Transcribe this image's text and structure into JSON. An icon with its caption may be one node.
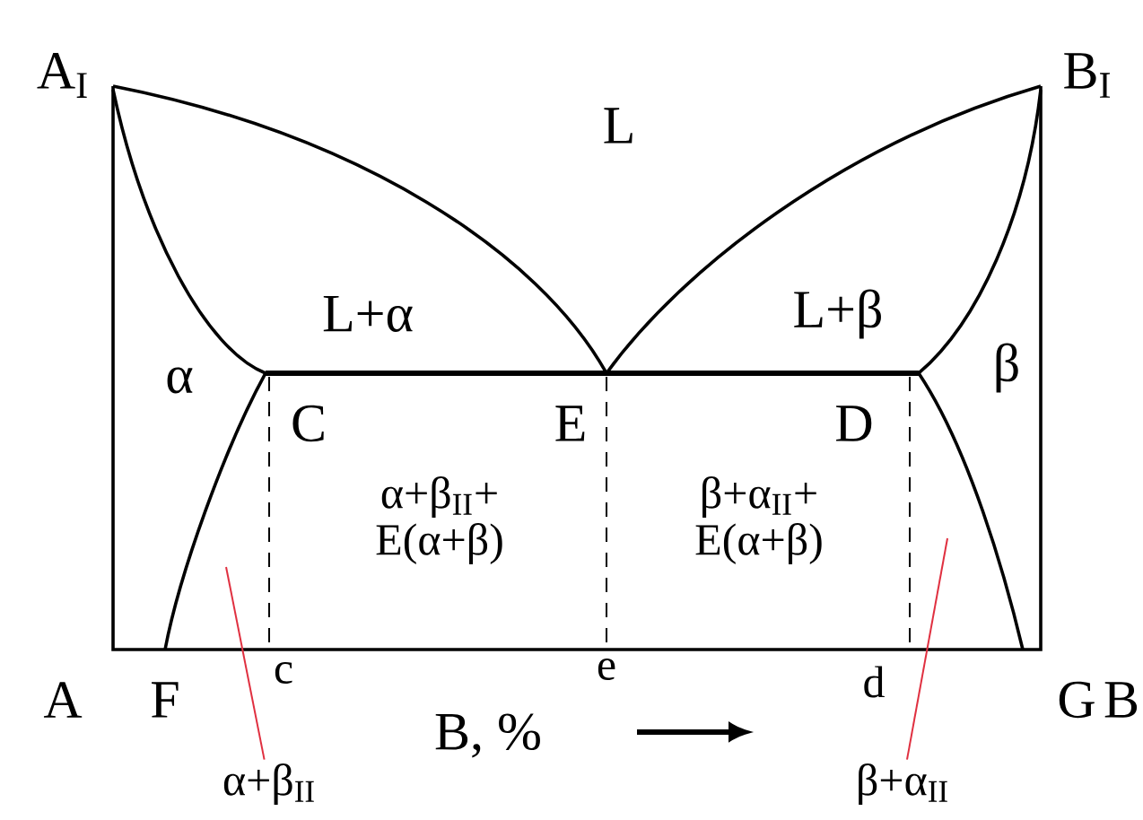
{
  "diagram": {
    "nodes": [
      {
        "text": [
          "α+β$_{II}$"
        ]
      },
      {
        "text": [
          "β+α$_{II}$"
        ]
      }
    ],
    "edges": [
      {
        "from": 0,
        "to": null,
        "arrow": "none",
        "color": "#e03040"
      },
      {
        "from": 1,
        "to": null,
        "arrow": "none",
        "color": "#e03040"
      }
    ],
    "labels": [
      "A$_{I}$",
      "B$_{I}$",
      "L",
      "L+α",
      "L+β",
      "α",
      "β",
      "C",
      "E",
      "D",
      "α+β$_{II}$+ E(α+β)",
      "β+α$_{II}$+ E(α+β)",
      "A",
      "F",
      "c",
      "e",
      "d",
      "G",
      "B",
      "B, %"
    ]
  }
}
